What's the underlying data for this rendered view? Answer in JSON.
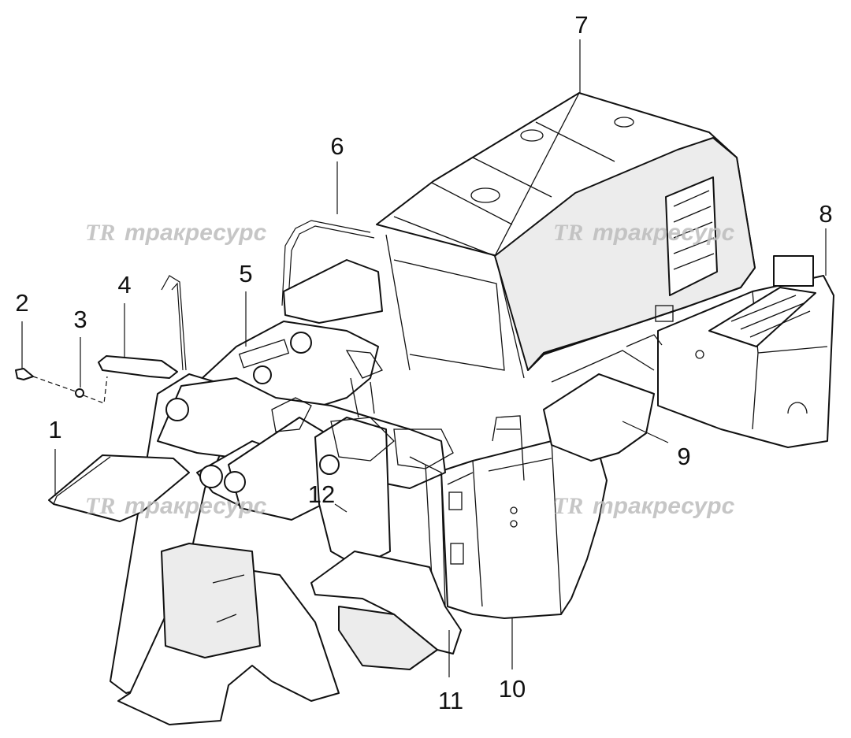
{
  "watermark": {
    "logo": "TR",
    "text": "тракресурс"
  },
  "callouts": [
    {
      "id": "1",
      "label": "1"
    },
    {
      "id": "2",
      "label": "2"
    },
    {
      "id": "3",
      "label": "3"
    },
    {
      "id": "4",
      "label": "4"
    },
    {
      "id": "5",
      "label": "5"
    },
    {
      "id": "6",
      "label": "6"
    },
    {
      "id": "7",
      "label": "7"
    },
    {
      "id": "8",
      "label": "8"
    },
    {
      "id": "9",
      "label": "9"
    },
    {
      "id": "10",
      "label": "10"
    },
    {
      "id": "11",
      "label": "11"
    },
    {
      "id": "12",
      "label": "12"
    }
  ],
  "colors": {
    "line": "#111111",
    "background": "#ffffff",
    "watermark": "#bdbdbd"
  }
}
